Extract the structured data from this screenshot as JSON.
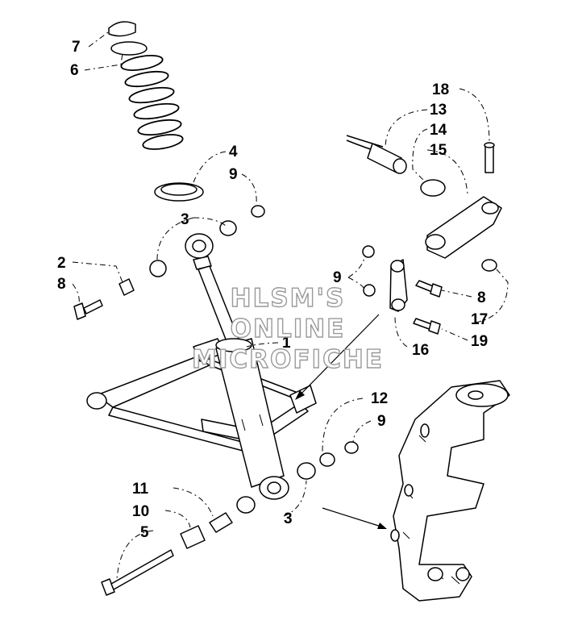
{
  "watermark": {
    "line1": "HLSM'S",
    "line2": "ONLINE",
    "line3": "MICROFICHE"
  },
  "callouts": [
    {
      "id": "c7",
      "label": "7"
    },
    {
      "id": "c6",
      "label": "6"
    },
    {
      "id": "c4",
      "label": "4"
    },
    {
      "id": "c9a",
      "label": "9"
    },
    {
      "id": "c3a",
      "label": "3"
    },
    {
      "id": "c2",
      "label": "2"
    },
    {
      "id": "c8a",
      "label": "8"
    },
    {
      "id": "c1",
      "label": "1"
    },
    {
      "id": "c18",
      "label": "18"
    },
    {
      "id": "c13",
      "label": "13"
    },
    {
      "id": "c14",
      "label": "14"
    },
    {
      "id": "c15",
      "label": "15"
    },
    {
      "id": "c9b",
      "label": "9"
    },
    {
      "id": "c8b",
      "label": "8"
    },
    {
      "id": "c17",
      "label": "17"
    },
    {
      "id": "c19",
      "label": "19"
    },
    {
      "id": "c16",
      "label": "16"
    },
    {
      "id": "c12",
      "label": "12"
    },
    {
      "id": "c9c",
      "label": "9"
    },
    {
      "id": "c11",
      "label": "11"
    },
    {
      "id": "c10",
      "label": "10"
    },
    {
      "id": "c5",
      "label": "5"
    },
    {
      "id": "c3b",
      "label": "3"
    }
  ],
  "icons": {
    "spring": "coil-spring-icon",
    "shock": "shock-absorber-icon",
    "a_arm": "a-arm-icon",
    "knuckle": "steering-knuckle-icon",
    "bolt": "bolt-icon",
    "nut": "nut-icon",
    "washer": "washer-icon",
    "bushing": "bushing-icon"
  }
}
